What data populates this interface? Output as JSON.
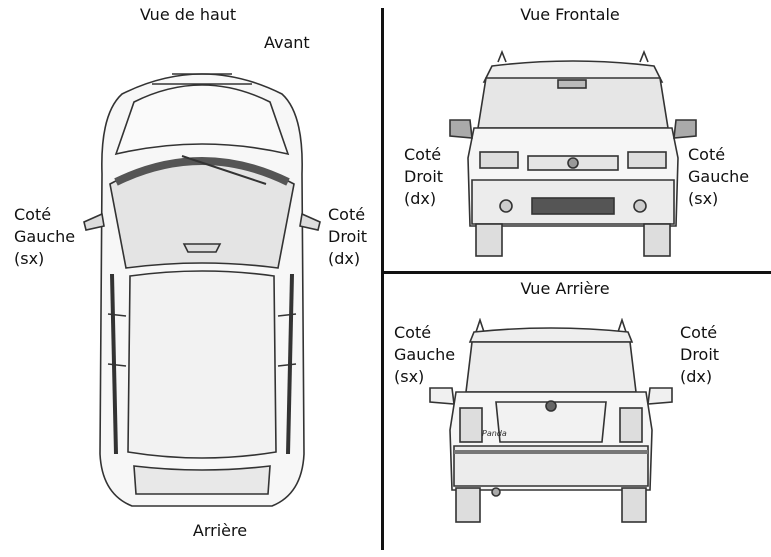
{
  "top_view": {
    "title": "Vue de haut",
    "front": "Avant",
    "rear": "Arrière",
    "left_side": "Coté\nGauche\n(sx)",
    "right_side": "Coté\nDroit\n(dx)"
  },
  "front_view": {
    "title": "Vue Frontale",
    "left_label": "Coté\nDroit\n(dx)",
    "right_label": "Coté\nGauche\n(sx)"
  },
  "rear_view": {
    "title": "Vue Arrière",
    "left_label": "Coté\nGauche\n(sx)",
    "right_label": "Coté\nDroit\n(dx)",
    "badge": "Panda"
  }
}
